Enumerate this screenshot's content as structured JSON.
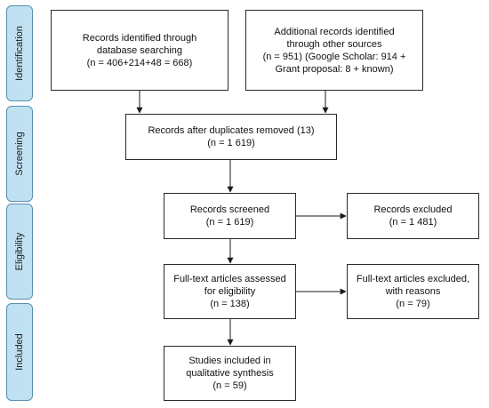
{
  "phases": [
    {
      "label": "Identification"
    },
    {
      "label": "Screening"
    },
    {
      "label": "Eligibility"
    },
    {
      "label": "Included"
    }
  ],
  "boxes": {
    "db_search": {
      "lines": [
        "Records identified through",
        "database searching",
        "(n =   406+214+48 = 668)"
      ]
    },
    "other_sources": {
      "lines": [
        "Additional records identified",
        "through other sources",
        "(n = 951) (Google Scholar: 914 +",
        "Grant proposal: 8 + known)"
      ]
    },
    "after_duplicates": {
      "lines": [
        "Records after duplicates removed (13)",
        "(n = 1 619)"
      ]
    },
    "screened": {
      "lines": [
        "Records screened",
        "(n = 1 619)"
      ]
    },
    "excluded": {
      "lines": [
        "Records excluded",
        "(n = 1 481)"
      ]
    },
    "fulltext_assessed": {
      "lines": [
        "Full-text articles assessed",
        "for eligibility",
        "(n = 138)"
      ]
    },
    "fulltext_excluded": {
      "lines": [
        "Full-text articles excluded,",
        "with reasons",
        "(n = 79)"
      ]
    },
    "included": {
      "lines": [
        "Studies included in",
        "qualitative synthesis",
        "(n = 59)"
      ]
    }
  }
}
